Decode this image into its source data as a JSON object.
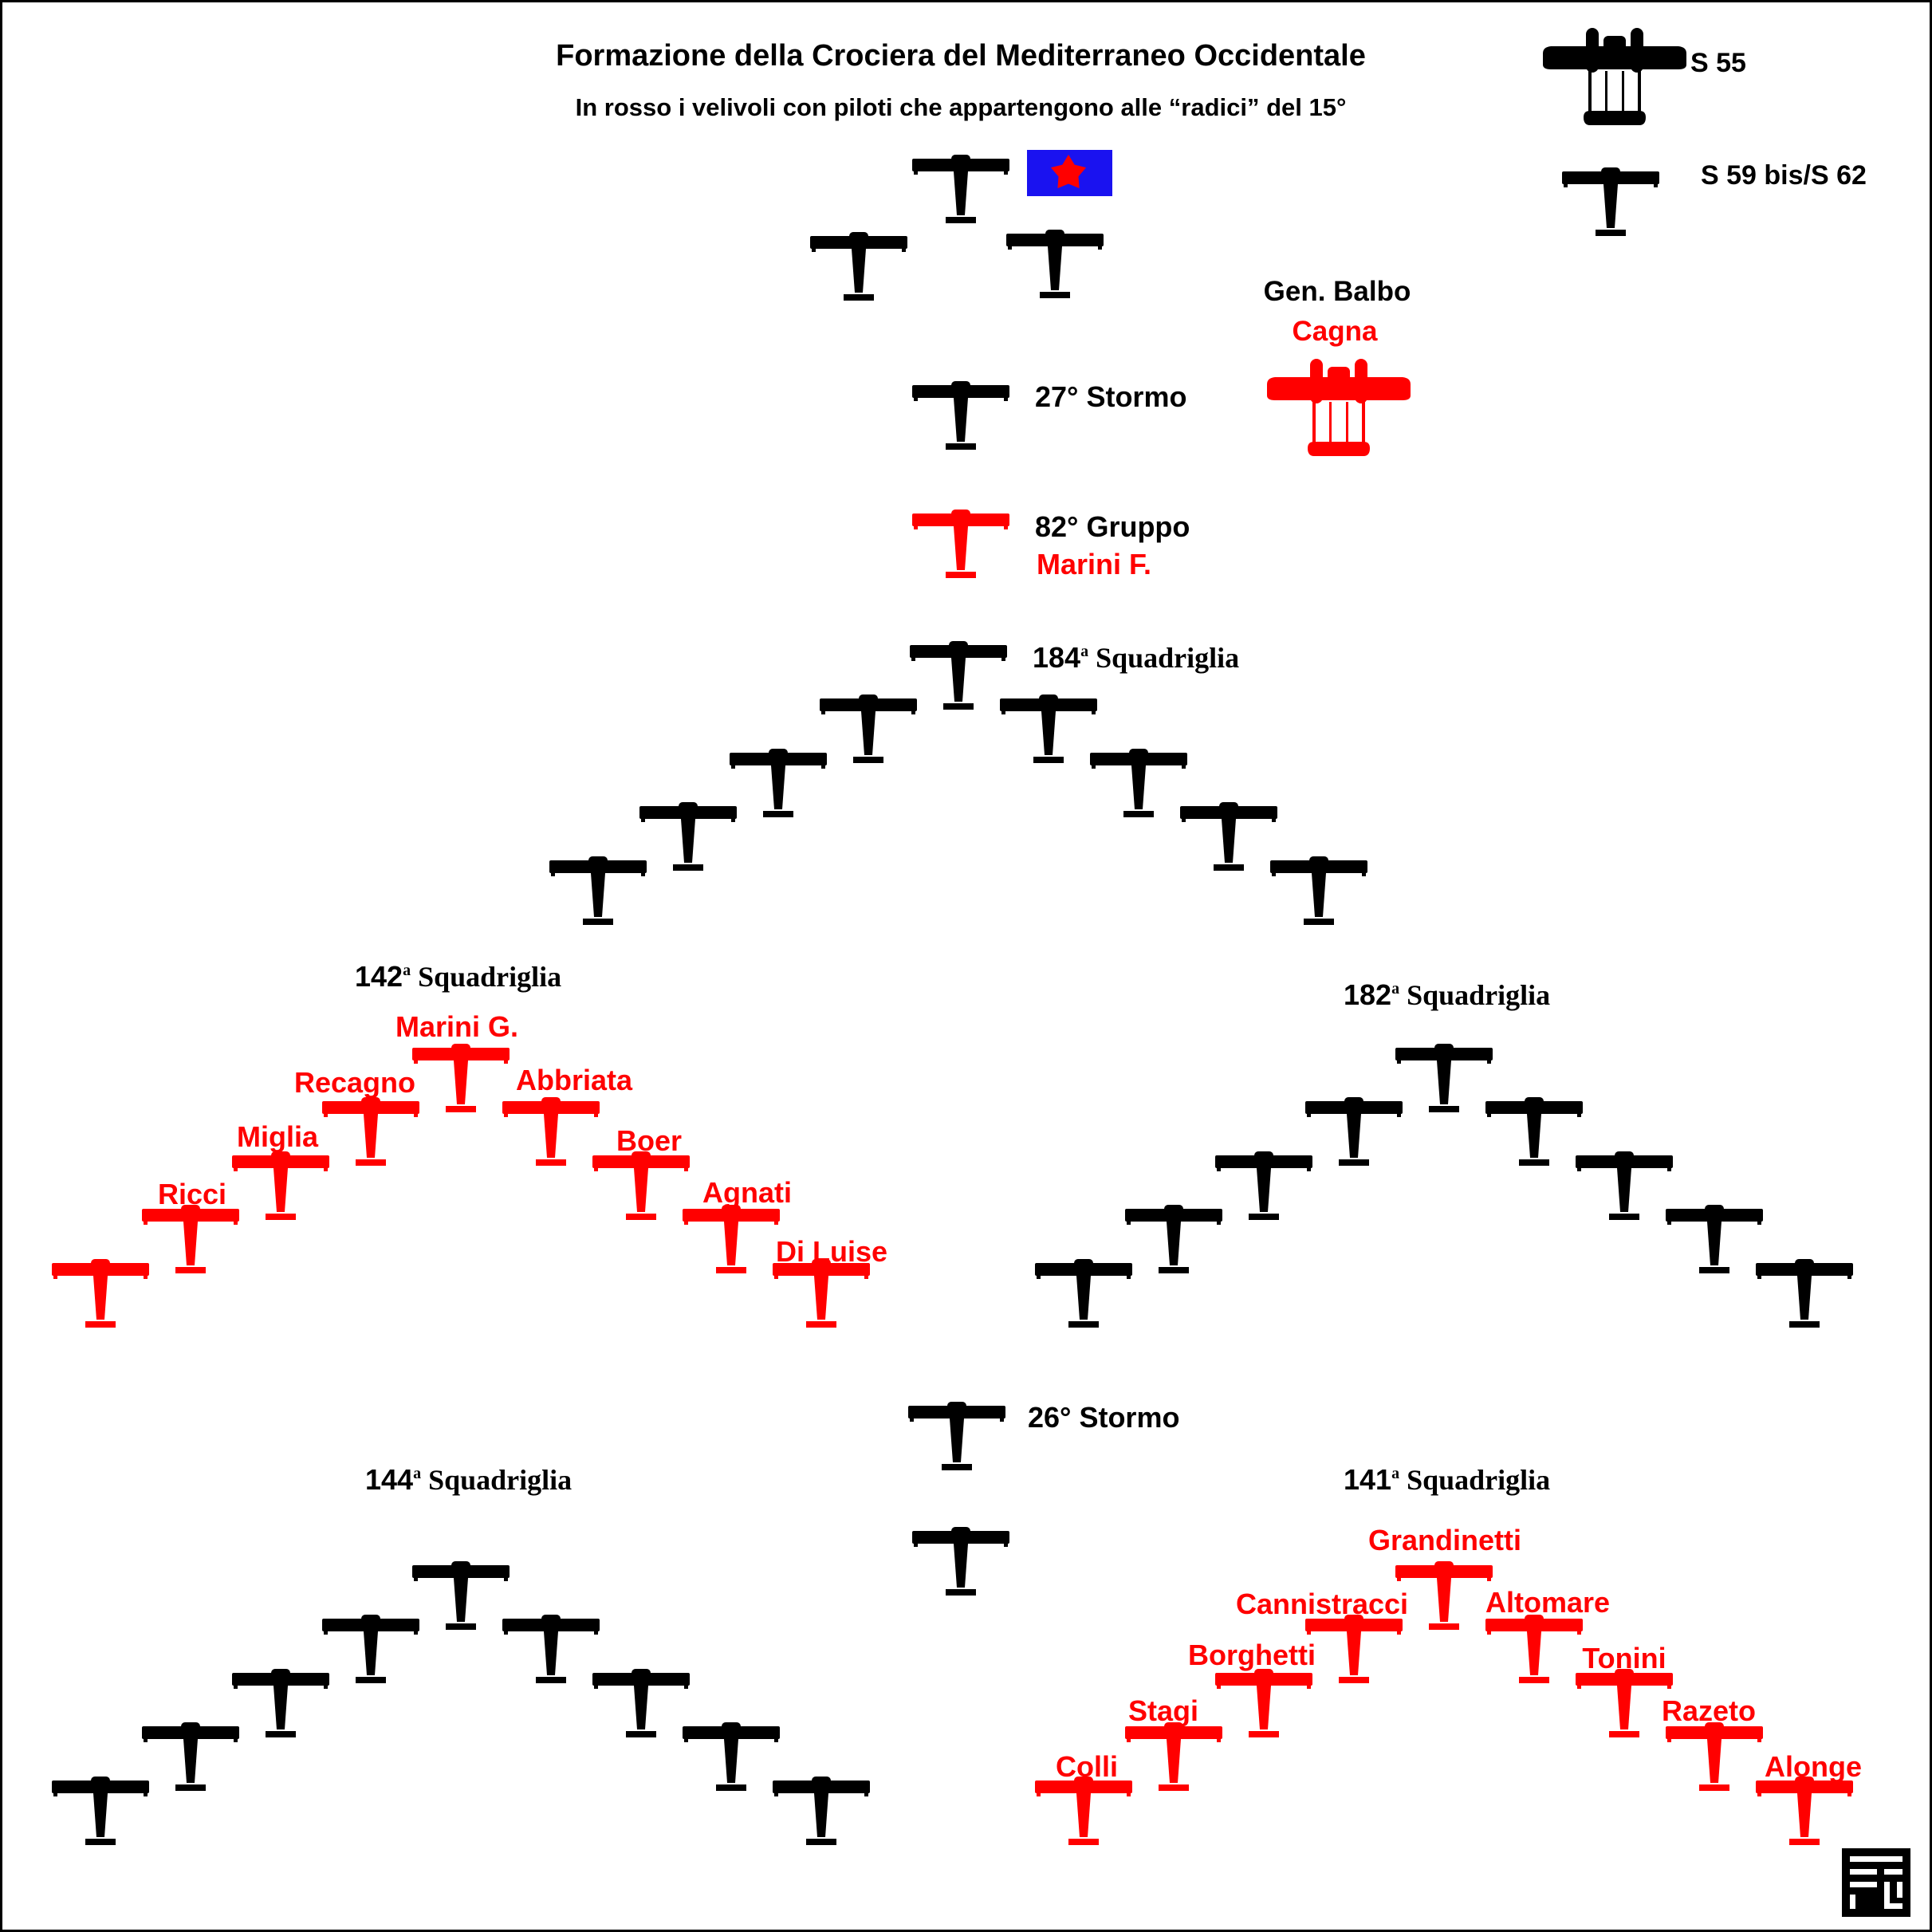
{
  "title": "Formazione della Crociera del Mediterraneo Occidentale",
  "subtitle": "In rosso i velivoli con piloti che appartengono alle “radici” del 15°",
  "colors": {
    "black": "#000000",
    "red": "#ff0000",
    "flag_blue": "#1a12f0",
    "background": "#ffffff"
  },
  "legend": {
    "s55": "S 55",
    "s59": "S 59 bis/S 62"
  },
  "commander": {
    "title": "Gen. Balbo",
    "pilot": "Cagna"
  },
  "stormo27": {
    "label": "27° Stormo"
  },
  "gruppo82": {
    "label": "82° Gruppo",
    "pilot": "Marini F."
  },
  "squadriglie": {
    "s184": {
      "num": "184",
      "sup": "a",
      "name": " Squadriglia"
    },
    "s142": {
      "num": "142",
      "sup": "a",
      "name": " Squadriglia"
    },
    "s182": {
      "num": "182",
      "sup": "a",
      "name": " Squadriglia"
    },
    "s144": {
      "num": "144",
      "sup": "a",
      "name": " Squadriglia"
    },
    "s141": {
      "num": "141",
      "sup": "a",
      "name": " Squadriglia"
    }
  },
  "stormo26": {
    "label": "26° Stormo"
  },
  "pilots142": [
    "Ricci",
    "Miglia",
    "Recagno",
    "Marini G.",
    "Abbriata",
    "Boer",
    "Agnati",
    "Di Luise"
  ],
  "pilots141": [
    "Colli",
    "Stagi",
    "Borghetti",
    "Cannistracci",
    "Grandinetti",
    "Altomare",
    "Tonini",
    "Razeto",
    "Alonge"
  ],
  "formation": {
    "leader_section": {
      "aircraft": 3,
      "color": "black"
    },
    "stormo27_lead": {
      "aircraft": 1,
      "color": "black"
    },
    "gruppo82_lead": {
      "aircraft": 1,
      "color": "red"
    },
    "s184": {
      "aircraft": 9,
      "color": "black"
    },
    "s142": {
      "aircraft": 9,
      "color": "red"
    },
    "s182": {
      "aircraft": 9,
      "color": "black"
    },
    "stormo26_lead": {
      "aircraft": 2,
      "color": "black"
    },
    "s144": {
      "aircraft": 9,
      "color": "black"
    },
    "s141": {
      "aircraft": 9,
      "color": "red"
    }
  }
}
